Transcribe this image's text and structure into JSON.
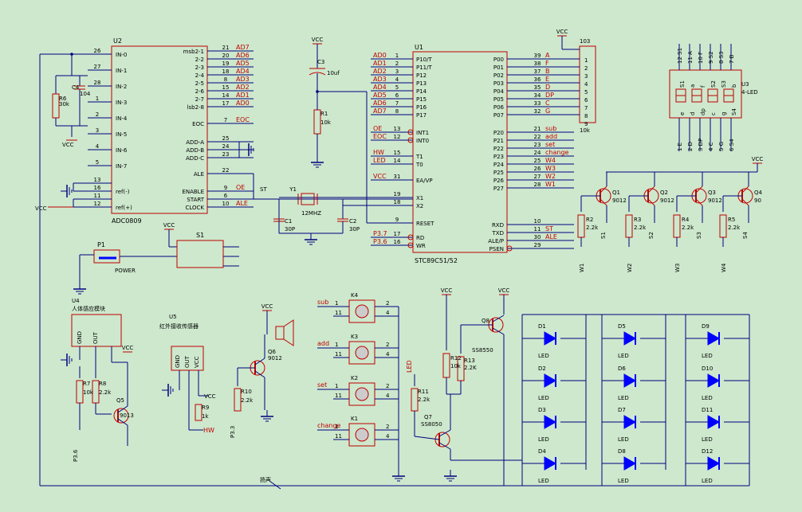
{
  "colors": {
    "background": "#cde8cd",
    "wire": "#00007f",
    "body": "#c00000",
    "net": "#c00000",
    "text": "#000000"
  },
  "u2": {
    "ref": "U2",
    "part": "ADC0809",
    "left_pins": [
      {
        "n": "26",
        "name": "IN-0"
      },
      {
        "n": "27",
        "name": "IN-1"
      },
      {
        "n": "28",
        "name": "IN-2"
      },
      {
        "n": "1",
        "name": "IN-3"
      },
      {
        "n": "2",
        "name": "IN-4"
      },
      {
        "n": "3",
        "name": "IN-5"
      },
      {
        "n": "4",
        "name": "IN-6"
      },
      {
        "n": "5",
        "name": "IN-7"
      },
      {
        "n": "13",
        "name": ""
      },
      {
        "n": "16",
        "name": "ref(-)"
      },
      {
        "n": "11",
        "name": ""
      },
      {
        "n": "12",
        "name": "ref(+)"
      }
    ],
    "right_pins": [
      {
        "n": "21",
        "name": "msb2-1",
        "net": "AD7"
      },
      {
        "n": "20",
        "name": "2-2",
        "net": "AD6"
      },
      {
        "n": "19",
        "name": "2-3",
        "net": "AD5"
      },
      {
        "n": "18",
        "name": "2-4",
        "net": "AD4"
      },
      {
        "n": "8",
        "name": "2-5",
        "net": "AD3"
      },
      {
        "n": "15",
        "name": "2-6",
        "net": "AD2"
      },
      {
        "n": "14",
        "name": "2-7",
        "net": "AD1"
      },
      {
        "n": "17",
        "name": "lsb2-8",
        "net": "AD0"
      },
      {
        "n": "7",
        "name": "EOC",
        "net": "EOC"
      },
      {
        "n": "25",
        "name": "ADD-A",
        "net": ""
      },
      {
        "n": "24",
        "name": "ADD-B",
        "net": ""
      },
      {
        "n": "23",
        "name": "ADD-C",
        "net": ""
      },
      {
        "n": "22",
        "name": "ALE",
        "net": ""
      },
      {
        "n": "9",
        "name": "ENABLE",
        "net": "OE"
      },
      {
        "n": "6",
        "name": "START",
        "net": ""
      },
      {
        "n": "10",
        "name": "CLOCK",
        "net": "ALE"
      }
    ],
    "st_label": "ST"
  },
  "u1": {
    "ref": "U1",
    "part": "STC89C51/52",
    "left_pins": [
      {
        "n": "1",
        "name": "P10/T",
        "net": "AD0"
      },
      {
        "n": "2",
        "name": "P11/T",
        "net": "AD1"
      },
      {
        "n": "3",
        "name": "P12",
        "net": "AD2"
      },
      {
        "n": "4",
        "name": "P13",
        "net": "AD3"
      },
      {
        "n": "5",
        "name": "P14",
        "net": "AD4"
      },
      {
        "n": "6",
        "name": "P15",
        "net": "AD5"
      },
      {
        "n": "7",
        "name": "P16",
        "net": "AD6"
      },
      {
        "n": "8",
        "name": "P17",
        "net": "AD7"
      },
      {
        "n": "13",
        "name": "INT1",
        "net": "OE"
      },
      {
        "n": "12",
        "name": "INT0",
        "net": "EOC"
      },
      {
        "n": "15",
        "name": "T1",
        "net": "HW"
      },
      {
        "n": "14",
        "name": "T0",
        "net": "LED"
      },
      {
        "n": "31",
        "name": "EA/VP",
        "net": "VCC"
      },
      {
        "n": "19",
        "name": "X1",
        "net": ""
      },
      {
        "n": "18",
        "name": "X2",
        "net": ""
      },
      {
        "n": "9",
        "name": "RESET",
        "net": ""
      },
      {
        "n": "17",
        "name": "RD",
        "net": "P3.7"
      },
      {
        "n": "16",
        "name": "WR",
        "net": "P3.6"
      }
    ],
    "right_pins": [
      {
        "n": "39",
        "name": "P00",
        "net": "A"
      },
      {
        "n": "38",
        "name": "P01",
        "net": "F"
      },
      {
        "n": "37",
        "name": "P02",
        "net": "B"
      },
      {
        "n": "36",
        "name": "P03",
        "net": "E"
      },
      {
        "n": "35",
        "name": "P04",
        "net": "D"
      },
      {
        "n": "34",
        "name": "P05",
        "net": "DP"
      },
      {
        "n": "33",
        "name": "P06",
        "net": "C"
      },
      {
        "n": "32",
        "name": "P07",
        "net": "G"
      },
      {
        "n": "21",
        "name": "P20",
        "net": "sub"
      },
      {
        "n": "22",
        "name": "P21",
        "net": "add"
      },
      {
        "n": "23",
        "name": "P22",
        "net": "set"
      },
      {
        "n": "24",
        "name": "P23",
        "net": "change"
      },
      {
        "n": "25",
        "name": "P24",
        "net": "W4"
      },
      {
        "n": "26",
        "name": "P25",
        "net": "W3"
      },
      {
        "n": "27",
        "name": "P26",
        "net": "W2"
      },
      {
        "n": "28",
        "name": "P27",
        "net": "W1"
      },
      {
        "n": "10",
        "name": "RXD",
        "net": ""
      },
      {
        "n": "11",
        "name": "TXD",
        "net": "ST"
      },
      {
        "n": "30",
        "name": "ALE/P",
        "net": "ALE"
      },
      {
        "n": "29",
        "name": "PSEN",
        "net": ""
      }
    ]
  },
  "rn": {
    "ref": "103",
    "value": "10k",
    "pins": [
      "1",
      "2",
      "3",
      "4",
      "5",
      "6",
      "7",
      "8",
      "9"
    ]
  },
  "u3": {
    "ref": "U3",
    "part": "4-LED",
    "top_pins": [
      "12 S1",
      "11 A",
      "10 F",
      "9 S2",
      "8 S3",
      "7 B"
    ],
    "bottom_pins": [
      "1 E",
      "2 D",
      "3 DP",
      "4 C",
      "5 G",
      "6 S4"
    ],
    "inner_top": [
      "S1",
      "a",
      "f",
      "S2",
      "S3",
      "b"
    ],
    "inner_bottom": [
      "e",
      "d",
      "dp",
      "c",
      "g",
      "S4"
    ]
  },
  "parts": {
    "vcc": "VCC",
    "c3": "C3",
    "c3v": "10uf",
    "r1": "R1",
    "r1v": "10k",
    "r6": "R6",
    "r6v": "30k",
    "c4": "C4",
    "c4v": "104",
    "y1": "Y1",
    "y1v": "12MHZ",
    "c1": "C1",
    "c1v": "30P",
    "c2": "C2",
    "c2v": "30P",
    "p1": "P1",
    "power": "POWER",
    "s1": "S1",
    "u4": "U4",
    "u4t": "人体感应模块",
    "u5": "U5",
    "u5t": "红外接收传感器",
    "gnd": "GND",
    "out": "OUT",
    "r7": "R7",
    "r7v": "10k",
    "r8": "R8",
    "r8v": "2.2k",
    "q5": "Q5",
    "q5v": "9013",
    "r9": "R9",
    "r9v": "1k",
    "hw": "HW",
    "q6": "Q6",
    "q6v": "9012",
    "r10": "R10",
    "r10v": "2.2k",
    "p33": "P3.3",
    "p36": "P3.6",
    "buzzer": "扬声",
    "led": "LED",
    "r11": "R11",
    "r11v": "2.2k",
    "q7": "Q7",
    "q7v": "SS8050",
    "r12": "R12",
    "r12v": "10k",
    "r13": "R13",
    "r13v": "2.2K",
    "q8": "Q8",
    "q8v": "SS8550",
    "q1": "Q1",
    "q2": "Q2",
    "q3": "Q3",
    "q4": "Q4",
    "qv": "9012",
    "q4v": "90",
    "r2": "R2",
    "r3": "R3",
    "r4": "R4",
    "r5": "R5",
    "r25v": "2.2k"
  },
  "keys": [
    {
      "ref": "K4",
      "net": "sub"
    },
    {
      "ref": "K3",
      "net": "add"
    },
    {
      "ref": "K2",
      "net": "set"
    },
    {
      "ref": "K1",
      "net": "change"
    }
  ],
  "leds": [
    [
      "D1",
      "D2",
      "D3",
      "D4"
    ],
    [
      "D5",
      "D6",
      "D7",
      "D8"
    ],
    [
      "D9",
      "D10",
      "D11",
      "D12"
    ]
  ],
  "digit_sel": [
    "S1",
    "S2",
    "S3",
    "S4"
  ],
  "digit_w": [
    "W1",
    "W2",
    "W3",
    "W4"
  ]
}
